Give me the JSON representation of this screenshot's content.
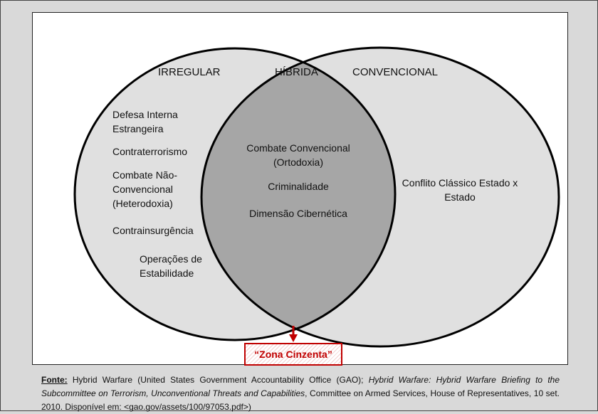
{
  "headers": {
    "irregular": "IRREGULAR",
    "hibrida": "HÍBRIDA",
    "convencional": "CONVENCIONAL"
  },
  "irregular_items": [
    "Defesa Interna Estrangeira",
    "Contraterrorismo",
    "Combate Não-Convencional (Heterodoxia)",
    "Contrainsurgência",
    "Operações de Estabilidade"
  ],
  "hibrida_items": [
    "Combate Convencional (Ortodoxia)",
    "Criminalidade",
    "Dimensão Cibernética"
  ],
  "convencional_items": [
    "Conflito Clássico Estado x Estado"
  ],
  "zona": "“Zona Cinzenta”",
  "source": {
    "label": "Fonte:",
    "text1": " Hybrid Warfare (United States Government Accountability Office (GAO); ",
    "italic": "Hybrid Warfare: Hybrid Warfare Briefing to the Subcommittee on Terrorism, Unconventional Threats and Capabilities",
    "text2": ", Committee on Armed Services, House of Representatives, 10 set. 2010. Disponível em: <gao.gov/assets/100/97053.pdf>)"
  },
  "colors": {
    "circle": "#e0e0e0",
    "overlap": "#a6a6a6",
    "accent": "#c00000"
  }
}
